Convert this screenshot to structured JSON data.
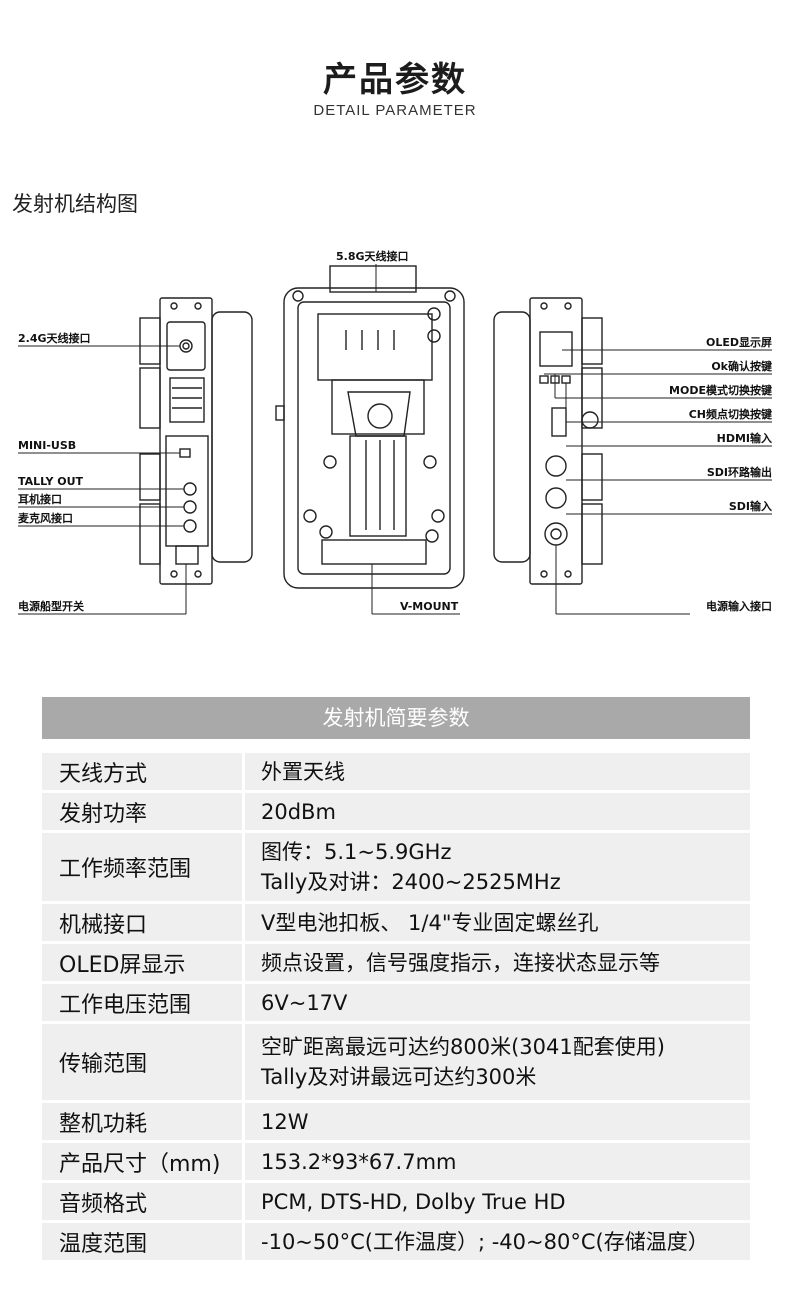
{
  "header": {
    "title": "产品参数",
    "subtitle": "DETAIL PARAMETER"
  },
  "diagram_section": {
    "title": "发射机结构图",
    "labels": {
      "antenna_58": "5.8G天线接口",
      "antenna_24": "2.4G天线接口",
      "mini_usb": "MINI-USB",
      "tally_out": "TALLY OUT",
      "headphone": "耳机接口",
      "mic": "麦克风接口",
      "power_switch": "电源船型开关",
      "vmount": "V-MOUNT",
      "oled": "OLED显示屏",
      "ok_button": "Ok确认按键",
      "mode_button": "MODE模式切换按键",
      "ch_button": "CH频点切换按键",
      "hdmi_in": "HDMI输入",
      "sdi_loop": "SDI环路输出",
      "sdi_in": "SDI输入",
      "power_in": "电源输入接口"
    }
  },
  "spec_table": {
    "title": "发射机简要参数",
    "rows": [
      {
        "key": "天线方式",
        "values": [
          "外置天线"
        ]
      },
      {
        "key": "发射功率",
        "values": [
          "20dBm"
        ]
      },
      {
        "key": "工作频率范围",
        "values": [
          "图传：5.1~5.9GHz",
          "Tally及对讲：2400~2525MHz"
        ]
      },
      {
        "key": "机械接口",
        "values": [
          "V型电池扣板、 1/4\"专业固定螺丝孔"
        ]
      },
      {
        "key": "OLED屏显示",
        "values": [
          "频点设置，信号强度指示，连接状态显示等"
        ]
      },
      {
        "key": "工作电压范围",
        "values": [
          "6V~17V"
        ]
      },
      {
        "key": "传输范围",
        "values": [
          "空旷距离最远可达约800米(3041配套使用)",
          "Tally及对讲最远可达约300米"
        ]
      },
      {
        "key": "整机功耗",
        "values": [
          "12W"
        ]
      },
      {
        "key": "产品尺寸（mm)",
        "values": [
          "153.2*93*67.7mm"
        ]
      },
      {
        "key": "音频格式",
        "values": [
          "PCM, DTS-HD, Dolby True HD"
        ]
      },
      {
        "key": "温度范围",
        "values": [
          "-10~50°C(工作温度）; -40~80°C(存储温度）"
        ]
      }
    ]
  }
}
